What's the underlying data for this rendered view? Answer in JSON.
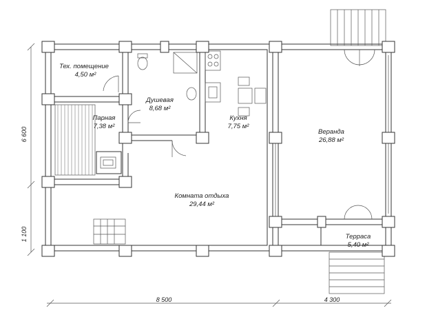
{
  "rooms": [
    {
      "name": "Тех. помещение",
      "area": "4,50 м²"
    },
    {
      "name": "Душевая",
      "area": "8,68 м²"
    },
    {
      "name": "Парная",
      "area": "7,38 м²"
    },
    {
      "name": "Кухня",
      "area": "7,75 м²"
    },
    {
      "name": "Веранда",
      "area": "26,88 м²"
    },
    {
      "name": "Комната отдыха",
      "area": "29,44 м²"
    },
    {
      "name": "Терраса",
      "area": "5,40 м²"
    }
  ],
  "dimensions": {
    "height_main": "6 600",
    "height_lower": "1 100",
    "width_main": "8 500",
    "width_veranda": "4 300"
  }
}
